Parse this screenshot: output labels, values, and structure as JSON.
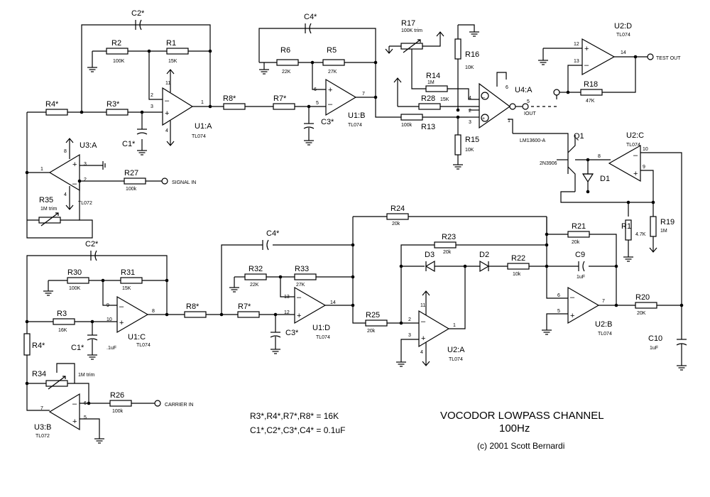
{
  "title": {
    "line1": "VOCODOR LOWPASS CHANNEL",
    "line2": "100Hz",
    "copyright": "(c) 2001 Scott Bernardi"
  },
  "notes": {
    "resistors": "R3*,R4*,R7*,R8* = 16K",
    "capacitors": "C1*,C2*,C3*,C4* = 0.1uF"
  },
  "io": {
    "signal_in": "SIGNAL IN",
    "carrier_in": "CARRIER IN",
    "test_out": "TEST OUT",
    "iout": "IOUT"
  },
  "opamps": {
    "u1a": {
      "name": "U1:A",
      "part": "TL074"
    },
    "u1b": {
      "name": "U1:B",
      "part": "TL074"
    },
    "u1c": {
      "name": "U1:C",
      "part": "TL074"
    },
    "u1d": {
      "name": "U1:D",
      "part": "TL074"
    },
    "u2a": {
      "name": "U2:A",
      "part": "TL074"
    },
    "u2b": {
      "name": "U2:B",
      "part": "TL074"
    },
    "u2c": {
      "name": "U2:C",
      "part": "TL074"
    },
    "u2d": {
      "name": "U2:D",
      "part": "TL074"
    },
    "u3a": {
      "name": "U3:A",
      "part": "TL072"
    },
    "u3b": {
      "name": "U3:B",
      "part": "TL072"
    },
    "u4a": {
      "name": "U4:A",
      "part": "LM13600-A"
    }
  },
  "resistors": {
    "r1": {
      "ref": "R1",
      "value": "15K"
    },
    "r2": {
      "ref": "R2",
      "value": "100K"
    },
    "r3s": {
      "ref": "R3*"
    },
    "r4s": {
      "ref": "R4*"
    },
    "r5": {
      "ref": "R5",
      "value": "27K"
    },
    "r6": {
      "ref": "R6",
      "value": "22K"
    },
    "r7s": {
      "ref": "R7*"
    },
    "r8s": {
      "ref": "R8*"
    },
    "r13": {
      "ref": "R13",
      "value": "100k"
    },
    "r14": {
      "ref": "R14",
      "value": "1M"
    },
    "r15": {
      "ref": "R15",
      "value": "10K"
    },
    "r16": {
      "ref": "R16",
      "value": "10K"
    },
    "r17": {
      "ref": "R17",
      "value": "100K trim"
    },
    "r18": {
      "ref": "R18",
      "value": "47K"
    },
    "r19": {
      "ref": "R19",
      "value": "1M"
    },
    "r1b": {
      "ref": "R1",
      "value": "4.7K"
    },
    "r20": {
      "ref": "R20",
      "value": "20K"
    },
    "r21": {
      "ref": "R21",
      "value": "20k"
    },
    "r22": {
      "ref": "R22",
      "value": "10k"
    },
    "r23": {
      "ref": "R23",
      "value": "20k"
    },
    "r24": {
      "ref": "R24",
      "value": "20k"
    },
    "r25": {
      "ref": "R25",
      "value": "20k"
    },
    "r26": {
      "ref": "R26",
      "value": "100k"
    },
    "r27": {
      "ref": "R27",
      "value": "100k"
    },
    "r28": {
      "ref": "R28",
      "value": "15K"
    },
    "r30": {
      "ref": "R30",
      "value": "100K"
    },
    "r31": {
      "ref": "R31",
      "value": "15K"
    },
    "r32": {
      "ref": "R32",
      "value": "22K"
    },
    "r33": {
      "ref": "R33",
      "value": "27K"
    },
    "r34": {
      "ref": "R34",
      "value": "1M trim"
    },
    "r35": {
      "ref": "R35",
      "value": "1M trim"
    },
    "r3": {
      "ref": "R3",
      "value": "16K"
    },
    "r4b": {
      "ref": "R4*"
    },
    "r7b": {
      "ref": "R7*"
    },
    "r8b": {
      "ref": "R8*"
    }
  },
  "capacitors": {
    "c1s": {
      "ref": "C1*"
    },
    "c2s": {
      "ref": "C2*"
    },
    "c3s": {
      "ref": "C3*"
    },
    "c4s": {
      "ref": "C4*"
    },
    "c1b": {
      "ref": "C1*",
      "value": ".1uF"
    },
    "c2b": {
      "ref": "C2*"
    },
    "c3b": {
      "ref": "C3*"
    },
    "c4b": {
      "ref": "C4*"
    },
    "c9": {
      "ref": "C9",
      "value": "1uF"
    },
    "c10": {
      "ref": "C10",
      "value": "1uF"
    }
  },
  "semis": {
    "q1": {
      "ref": "Q1",
      "part": "2N3906"
    },
    "d1": {
      "ref": "D1"
    },
    "d2": {
      "ref": "D2"
    },
    "d3": {
      "ref": "D3"
    }
  },
  "pins": {
    "u1a": [
      "2",
      "3",
      "1",
      "11",
      "4"
    ],
    "u1b": [
      "6",
      "5",
      "7"
    ],
    "u1c": [
      "9",
      "10",
      "8"
    ],
    "u1d": [
      "13",
      "12",
      "14"
    ],
    "u2a": [
      "2",
      "3",
      "1",
      "11",
      "4"
    ],
    "u2b": [
      "6",
      "5",
      "7"
    ],
    "u2c": [
      "8",
      "9",
      "10"
    ],
    "u2d": [
      "12",
      "13",
      "14"
    ],
    "u3a": [
      "3",
      "2",
      "1",
      "8",
      "4"
    ],
    "u3b": [
      "6",
      "5",
      "7"
    ],
    "u4a": [
      "4",
      "2",
      "3",
      "6",
      "1",
      "5"
    ]
  }
}
